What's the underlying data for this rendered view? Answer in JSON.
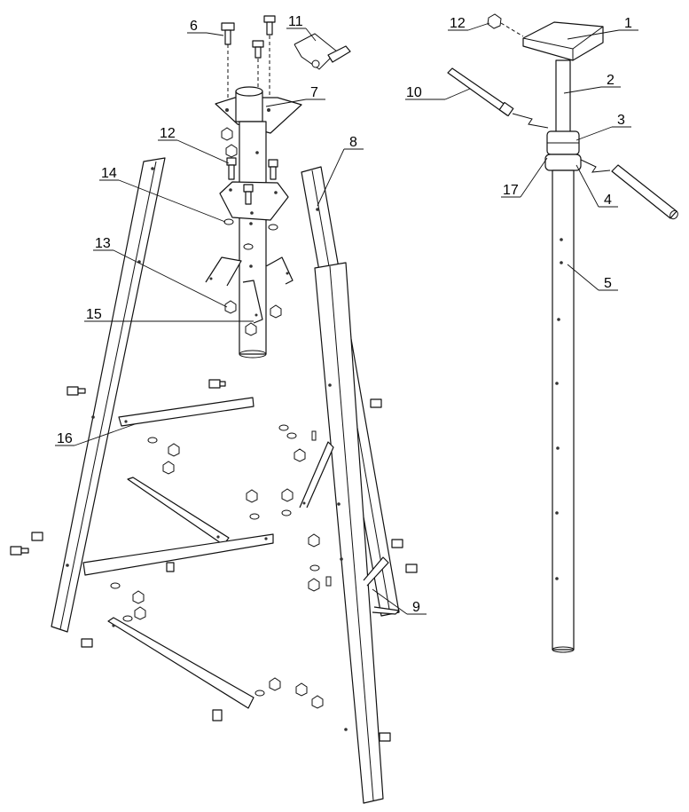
{
  "callouts": [
    {
      "id": "c1",
      "text": "1"
    },
    {
      "id": "c2",
      "text": "2"
    },
    {
      "id": "c3",
      "text": "3"
    },
    {
      "id": "c4",
      "text": "4"
    },
    {
      "id": "c5",
      "text": "5"
    },
    {
      "id": "c6",
      "text": "6"
    },
    {
      "id": "c7",
      "text": "7"
    },
    {
      "id": "c8",
      "text": "8"
    },
    {
      "id": "c9",
      "text": "9"
    },
    {
      "id": "c10",
      "text": "10"
    },
    {
      "id": "c11",
      "text": "11"
    },
    {
      "id": "c12a",
      "text": "12"
    },
    {
      "id": "c12b",
      "text": "12"
    },
    {
      "id": "c13",
      "text": "13"
    },
    {
      "id": "c14",
      "text": "14"
    },
    {
      "id": "c15",
      "text": "15"
    },
    {
      "id": "c16",
      "text": "16"
    },
    {
      "id": "c17",
      "text": "17"
    }
  ]
}
